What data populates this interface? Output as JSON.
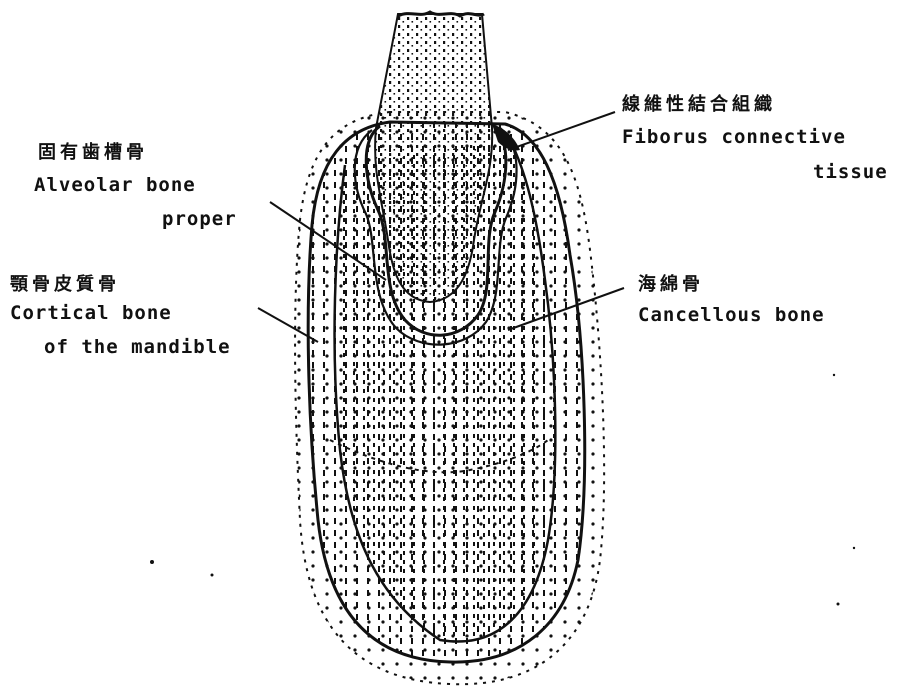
{
  "labels": {
    "fibrous": {
      "jp": "線維性結合組織",
      "en_line1": "Fiborus connective",
      "en_line2": "tissue"
    },
    "alveolar": {
      "jp": "固有歯槽骨",
      "en_line1": "Alveolar bone",
      "en_line2": "proper"
    },
    "cortical": {
      "jp": "顎骨皮質骨",
      "en_line1": "Cortical bone",
      "en_line2": "of the mandible"
    },
    "cancellous": {
      "jp": "海綿骨",
      "en_line1": "Cancellous bone"
    }
  },
  "colors": {
    "ink": "#111111",
    "background": "#ffffff"
  }
}
